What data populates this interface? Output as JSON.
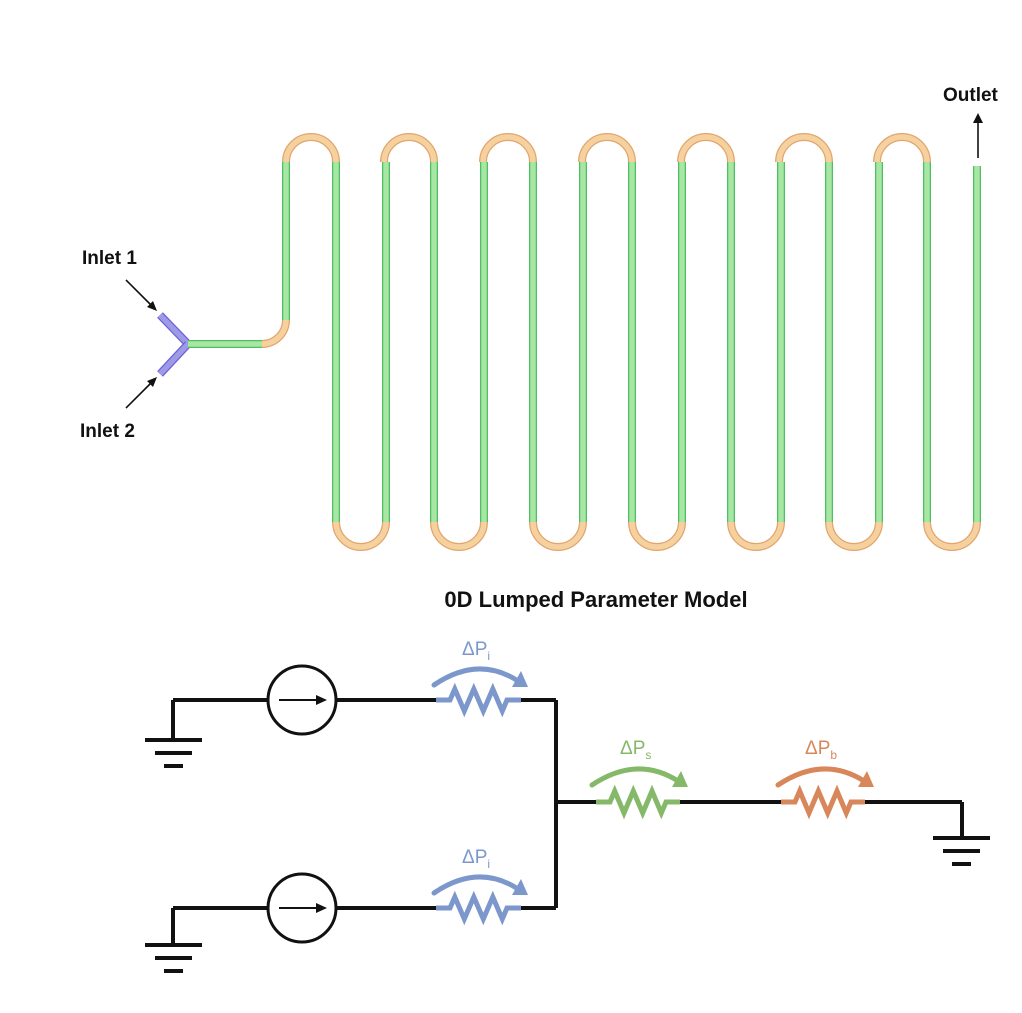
{
  "labels": {
    "inlet1": "Inlet 1",
    "inlet2": "Inlet 2",
    "outlet": "Outlet",
    "model_title": "0D Lumped Parameter Model"
  },
  "resistors": {
    "inlet_top": {
      "base": "ΔP",
      "sub": "i"
    },
    "inlet_bottom": {
      "base": "ΔP",
      "sub": "i"
    },
    "straight": {
      "base": "ΔP",
      "sub": "s"
    },
    "bend": {
      "base": "ΔP",
      "sub": "b"
    }
  },
  "colors": {
    "straight_channel": "#a8e6a4",
    "straight_channel_edge": "#4cc062",
    "bend_channel": "#f6d1a0",
    "bend_channel_edge": "#e2a56a",
    "inlet_channel": "#9f9ae8",
    "inlet_channel_edge": "#6a62d8",
    "wire": "#111111",
    "resistor_inlet": "#7b97cc",
    "resistor_straight": "#86b86a",
    "resistor_bend": "#d8875a"
  }
}
